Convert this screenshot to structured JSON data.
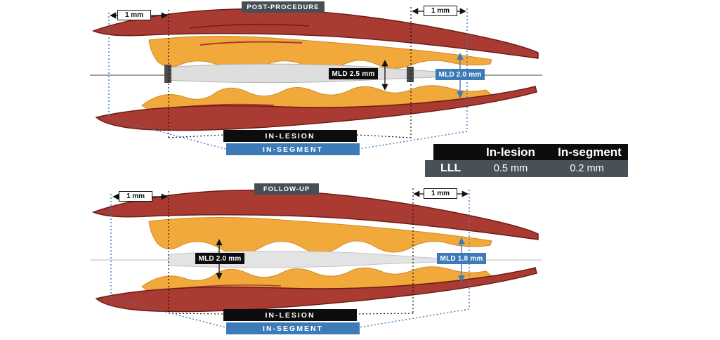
{
  "panels": {
    "post": {
      "title": "POST-PROCEDURE",
      "left_margin": "1 mm",
      "right_margin": "1 mm",
      "mld_in_lesion": "MLD 2.5 mm",
      "mld_in_segment": "MLD 2.0 mm",
      "in_lesion": "IN-LESION",
      "in_segment": "IN-SEGMENT"
    },
    "followup": {
      "title": "FOLLOW-UP",
      "left_margin": "1 mm",
      "right_margin": "1 mm",
      "mld_in_lesion": "MLD 2.0 mm",
      "mld_in_segment": "MLD 1.8 mm",
      "in_lesion": "IN-LESION",
      "in_segment": "IN-SEGMENT"
    }
  },
  "lll_table": {
    "col_in_lesion": "In-lesion",
    "col_in_segment": "In-segment",
    "row_label": "LLL",
    "in_lesion_value": "0.5 mm",
    "in_segment_value": "0.2 mm"
  },
  "colors": {
    "vessel_wall_red": "#A93B32",
    "vessel_outline": "#6E1D17",
    "plaque_orange": "#F2A93B",
    "lumen_gray": "#DEDEDE",
    "accent_blue": "#3D7AB8",
    "label_black": "#0D0D0D",
    "title_gray": "#474E54",
    "table_row_gray": "#4A5156"
  }
}
